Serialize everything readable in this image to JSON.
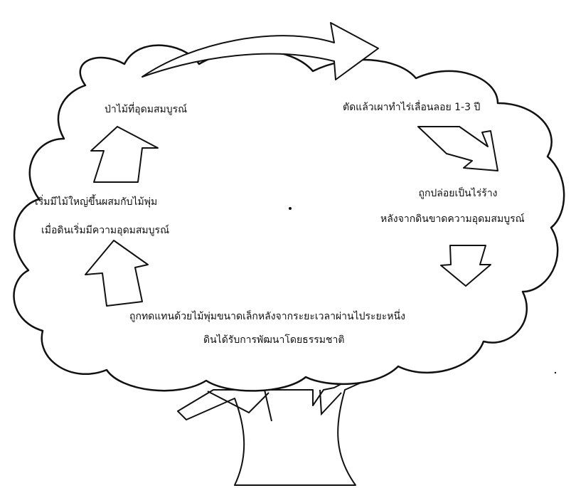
{
  "diagram": {
    "cycle_steps": [
      {
        "id": "step1",
        "text": "ป่าไม้ที่อุดมสมบูรณ์"
      },
      {
        "id": "step2",
        "text": "ตัดแล้วเผาทำไร่เลื่อนลอย 1-3 ปี"
      },
      {
        "id": "step3",
        "lines": [
          "ถูกปล่อยเป็นไร่ร้าง",
          "หลังจากดินขาดความอุดมสมบูรณ์"
        ]
      },
      {
        "id": "step4",
        "lines": [
          "ถูกทดแทนด้วยไม้พุ่มขนาดเล็กหลังจากระยะเวลาผ่านไประยะหนึ่ง",
          "ดินได้รับการพัฒนาโดยธรรมชาติ"
        ]
      },
      {
        "id": "step5",
        "lines": [
          "เริ่มมีไม้ใหญ่ขึ้นผสมกับไม้พุ่ม",
          "เมื่อดินเริ่มมีความอุดมสมบูรณ์"
        ]
      }
    ]
  }
}
